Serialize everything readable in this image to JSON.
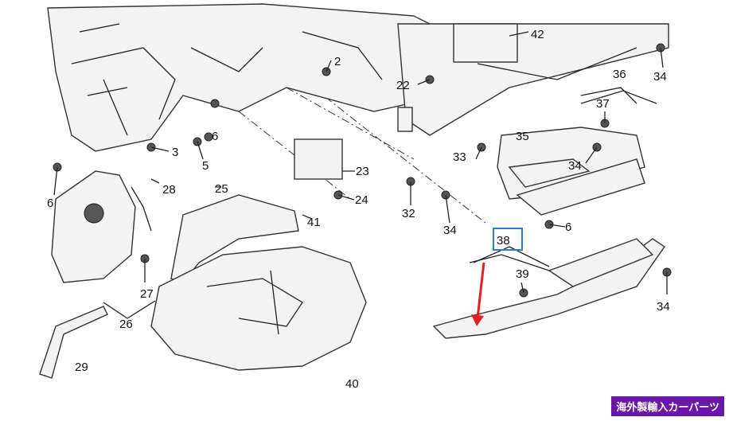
{
  "callouts": {
    "c2": "2",
    "c3": "3",
    "c5": "5",
    "c6a": "6",
    "c6b": "6",
    "c6c": "6",
    "c22": "22",
    "c23": "23",
    "c24": "24",
    "c25": "25",
    "c26": "26",
    "c27": "27",
    "c28": "28",
    "c29": "29",
    "c32": "32",
    "c33": "33",
    "c34a": "34",
    "c34b": "34",
    "c34c": "34",
    "c34d": "34",
    "c35": "35",
    "c36": "36",
    "c37": "37",
    "c38": "38",
    "c39": "39",
    "c40": "40",
    "c41": "41",
    "c42": "42"
  },
  "highlight": {
    "box_color": "#2a7fd4",
    "arrow_color": "#e02020"
  },
  "watermark": {
    "text": "海外製輸入カーパーツ",
    "bg": "#6a16a8"
  }
}
